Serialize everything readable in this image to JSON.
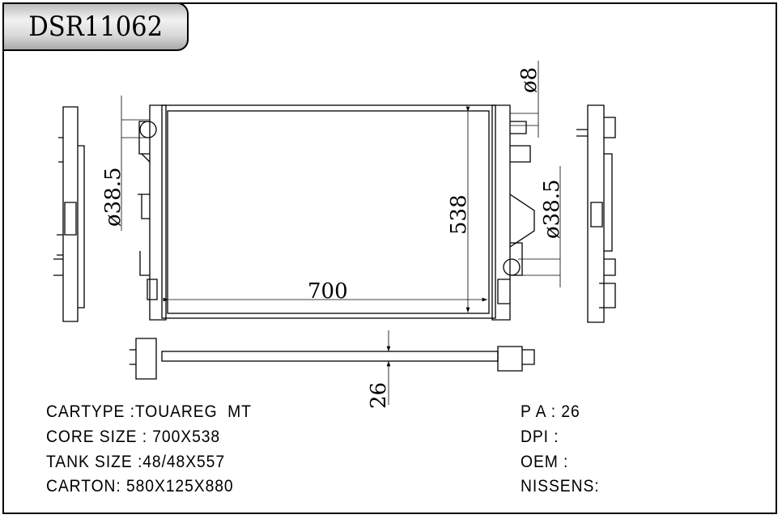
{
  "title": "DSR11062",
  "dimensions": {
    "inlet_small": "ø8",
    "left_pipe": "ø38.5",
    "right_pipe": "ø38.5",
    "core_height": "538",
    "core_width": "700",
    "core_thickness": "26"
  },
  "specs_left": [
    "CARTYPE :TOUAREG  MT",
    "CORE SIZE : 700X538",
    "TANK SIZE :48/48X557",
    "CARTON: 580X125X880"
  ],
  "specs_right": [
    "P A : 26",
    "DPI :",
    "OEM :",
    "NISSENS:"
  ]
}
